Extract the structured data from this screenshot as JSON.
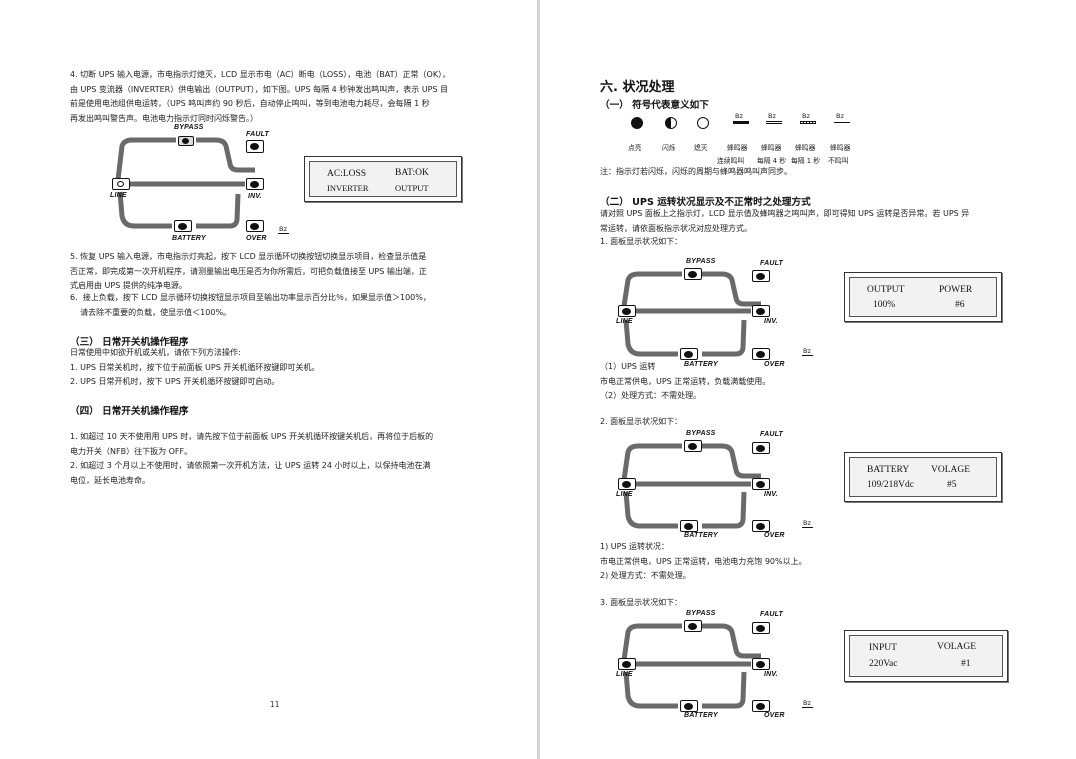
{
  "left_page": {
    "para_4": "4. 切断 UPS 输入电源，市电指示灯熄灭，LCD 显示市电（AC）断电（LOSS），电池（BAT）正常（OK），\n由 UPS 变流器（INVERTER）供电输出（OUTPUT），如下图。UPS 每隔 4 秒钟发出鸣叫声，表示 UPS 目\n前是使用电池组供电运转，（UPS 鸣叫声约 90 秒后，自动停止鸣叫，等到电池电力耗尽，会每隔 1 秒\n再发出鸣叫警告声。电池电力指示灯同时闪烁警告。）",
    "diagram_lcd": {
      "tl": "AC:LOSS",
      "tr": "BAT:OK",
      "bl": "INVERTER",
      "br": "OUTPUT"
    },
    "para_5": "5. 恢复 UPS 输入电源，市电指示灯亮起，按下 LCD 显示循环切换按钮切换显示项目，检查显示值是\n否正常，即完成第一次开机程序，请测量输出电压是否为你所需后，可把负载值接至 UPS 输出端，正\n式启用由 UPS 提供的纯净电源。",
    "para_6": "6.  接上负载，按下 LCD 显示循环切换按钮显示项目至输出功率显示百分比％，如果显示值＞100%，\n    请去除不重要的负载，使显示值＜100%。",
    "section_3_heading": "（三）  日常开关机操作程序",
    "section_3_body": "日常使用中如欲开机或关机，请依下列方法操作:\n1. UPS 日常关机时，按下位于前面板 UPS 开关机循环按键即可关机。\n2. UPS 日常开机时，按下 UPS 开关机循环按键即可启动。",
    "section_4_heading": "（四）  日常开关机操作程序",
    "section_4_body": "1. 如超过 10 天不使用用 UPS 时，请先按下位于前面板 UPS 开关机循环按键关机后，再将位于后板的\n电力开关（NFB）往下扳为 OFF。\n2. 如超过 3 个月以上不使用时，请依照第一次开机方法，让 UPS 运转 24 小时以上，以保持电池在满\n电位，延长电池寿命。",
    "page_number": "11"
  },
  "right_page": {
    "chapter_title": "六. 状况处理",
    "sub_1_heading": "（一）  符号代表意义如下",
    "symbols": [
      {
        "icon": "filled-circle",
        "caption": "点亮",
        "caption2": ""
      },
      {
        "icon": "half-circle",
        "caption": "闪烁",
        "caption2": ""
      },
      {
        "icon": "empty-circle",
        "caption": "熄灭",
        "caption2": ""
      },
      {
        "icon": "buzzer-solid",
        "caption": "蜂鸣器",
        "caption2": "连续鸣叫"
      },
      {
        "icon": "buzzer-4s",
        "caption": "蜂鸣器",
        "caption2": "每隔 4 秒"
      },
      {
        "icon": "buzzer-1s",
        "caption": "蜂鸣器",
        "caption2": "每隔 1 秒"
      },
      {
        "icon": "buzzer-off",
        "caption": "蜂鸣器",
        "caption2": "不鸣叫"
      }
    ],
    "bz_label": "Bz",
    "note": "注：指示灯若闪烁，闪烁的周期与蜂鸣器鸣叫声同步。",
    "sub_2_heading": "（二）  UPS 运转状况显示及不正常时之处理方式",
    "sub_2_intro": "请对照 UPS 面板上之指示灯，LCD 显示值及蜂鸣器之鸣叫声，即可得知 UPS 运转是否异常。若 UPS 异\n常运转，请依面板指示状况对应处理方式。",
    "case_1_title": "1. 面板显示状况如下：",
    "case_1_lcd": {
      "tl": "OUTPUT",
      "tr": "POWER",
      "bl": "100%",
      "br": "#6"
    },
    "case_1_text": "（1）UPS 运转\n市电正常供电，UPS 正常运转，负载满载使用。\n（2）处理方式：不需处理。",
    "case_2_title": "2. 面板显示状况如下：",
    "case_2_lcd": {
      "tl": "BATTERY",
      "tr": "VOLAGE",
      "bl": "109/218Vdc",
      "br": "#5"
    },
    "case_2_text": "1) UPS 运转状况：\n市电正常供电，UPS 正常运转，电池电力充饱 90%以上。\n2) 处理方式：不需处理。",
    "case_3_title": "3. 面板显示状况如下：",
    "case_3_lcd": {
      "tl": "INPUT",
      "tr": "VOLAGE",
      "bl": "220Vac",
      "br": "#1"
    }
  },
  "panel_labels": {
    "bypass": "BYPASS",
    "fault": "FAULT",
    "line": "LINE",
    "inv": "INV.",
    "battery": "BATTERY",
    "over": "OVER",
    "bz": "Bz"
  }
}
